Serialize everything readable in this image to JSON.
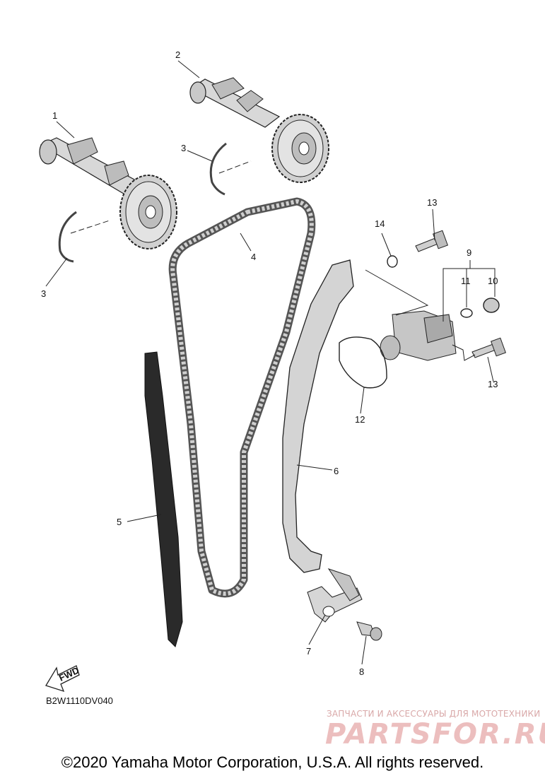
{
  "diagram": {
    "callouts": [
      {
        "id": "1",
        "label": "1"
      },
      {
        "id": "2",
        "label": "2"
      },
      {
        "id": "3a",
        "label": "3"
      },
      {
        "id": "3b",
        "label": "3"
      },
      {
        "id": "4",
        "label": "4"
      },
      {
        "id": "5",
        "label": "5"
      },
      {
        "id": "6",
        "label": "6"
      },
      {
        "id": "7",
        "label": "7"
      },
      {
        "id": "8",
        "label": "8"
      },
      {
        "id": "9",
        "label": "9"
      },
      {
        "id": "10",
        "label": "10"
      },
      {
        "id": "11",
        "label": "11"
      },
      {
        "id": "12",
        "label": "12"
      },
      {
        "id": "13a",
        "label": "13"
      },
      {
        "id": "13b",
        "label": "13"
      },
      {
        "id": "14",
        "label": "14"
      }
    ],
    "fwd_label": "FWD",
    "diagram_code": "B2W1110DV040"
  },
  "watermark": {
    "tagline": "ЗАПЧАСТИ И АКСЕССУАРЫ ДЛЯ МОТОТЕХНИКИ",
    "brand": "PARTSFOR.RU"
  },
  "footer": {
    "copyright": "©2020 Yamaha Motor Corporation, U.S.A. All rights reserved."
  }
}
